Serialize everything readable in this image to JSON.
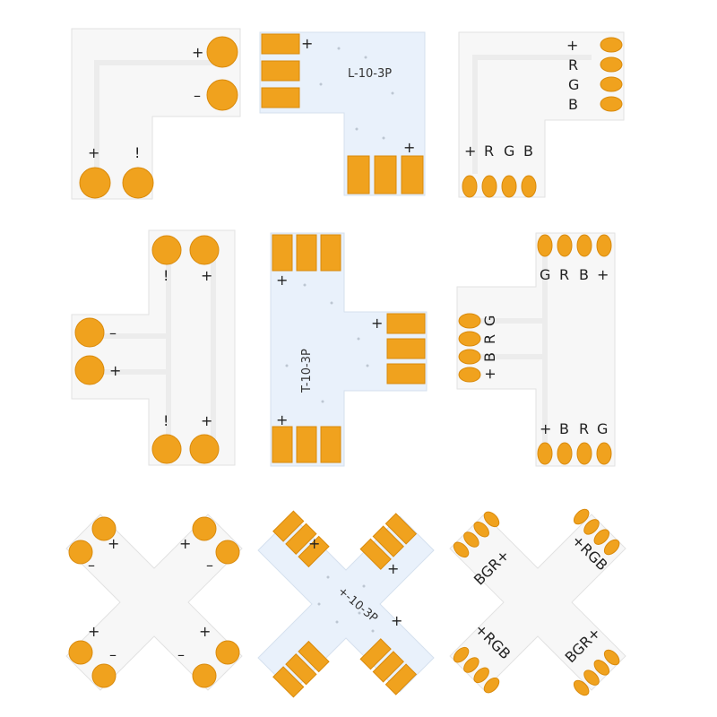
{
  "connectors": [
    {
      "name": "l-2pin",
      "labels": {
        "right_top": "+",
        "right_bottom": "–",
        "bottom_left": "+",
        "bottom_right": "!"
      }
    },
    {
      "name": "l-10mm-3pin",
      "model": "L-10-3P",
      "labels": {
        "top": "+",
        "bottom": "+"
      }
    },
    {
      "name": "l-rgb",
      "labels": {
        "right": [
          "+",
          "R",
          "G",
          "B"
        ],
        "bottom": [
          "+",
          "R",
          "G",
          "B"
        ]
      }
    },
    {
      "name": "t-2pin",
      "labels": {
        "top": [
          "!",
          "+"
        ],
        "left": [
          "–",
          "+"
        ],
        "bottom": [
          "!",
          "+"
        ]
      }
    },
    {
      "name": "t-10mm-3pin",
      "model": "T-10-3P",
      "labels": {
        "top": "+",
        "right": "+",
        "bottom": "+"
      }
    },
    {
      "name": "t-rgb",
      "labels": {
        "top": [
          "G",
          "R",
          "B",
          "+"
        ],
        "left": [
          "+",
          "B",
          "R",
          "G"
        ],
        "bottom": [
          "+",
          "B",
          "R",
          "G"
        ]
      }
    },
    {
      "name": "x-2pin",
      "labels": [
        "+",
        "–",
        "+",
        "–",
        "+",
        "–",
        "+",
        "–"
      ]
    },
    {
      "name": "x-10mm-3pin",
      "model": "+-10-3P",
      "labels": [
        "+",
        "+",
        "+"
      ]
    },
    {
      "name": "x-rgb",
      "labels": [
        "BGR+",
        "+RGB",
        "+RGB",
        "BGR+"
      ]
    }
  ],
  "colors": {
    "pad": "#f0a21e",
    "board": "#f7f7f7",
    "board_blue": "#e9f1fb"
  }
}
